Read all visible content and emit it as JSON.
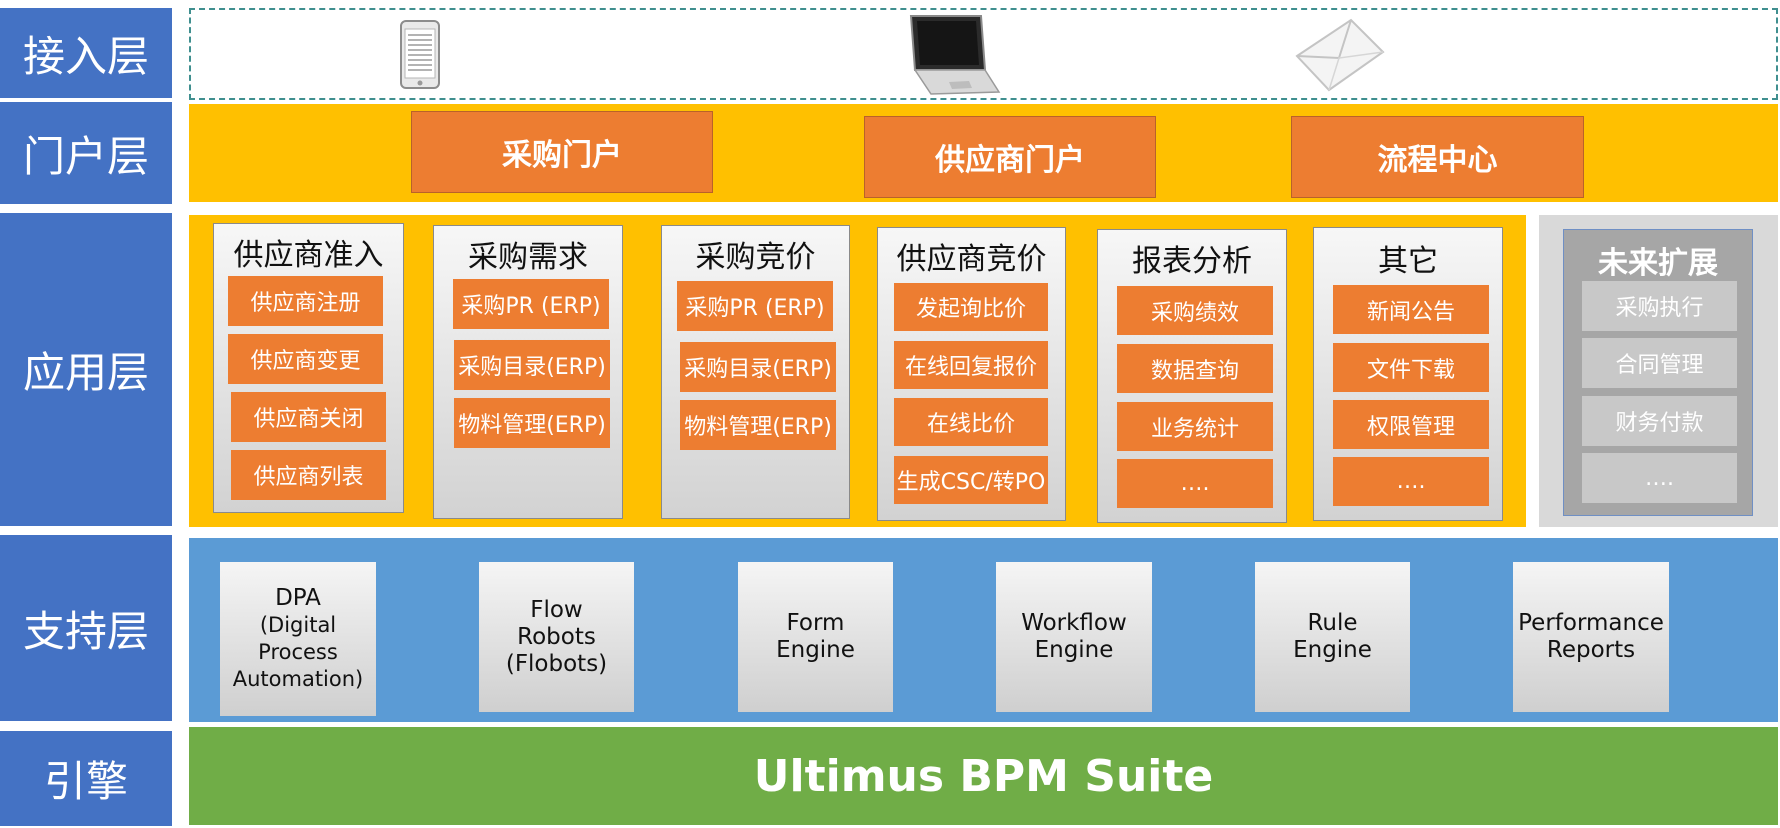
{
  "layers": {
    "access": "接入层",
    "portal": "门户层",
    "application": "应用层",
    "support": "支持层",
    "engine": "引擎"
  },
  "access_icons": [
    "smartphone-icon",
    "laptop-icon",
    "envelope-icon"
  ],
  "portals": [
    "采购门户",
    "供应商门户",
    "流程中心"
  ],
  "app_columns": [
    {
      "title": "供应商准入",
      "items": [
        "供应商注册",
        "供应商变更",
        "供应商关闭",
        "供应商列表"
      ]
    },
    {
      "title": "采购需求",
      "items": [
        "采购PR (ERP)",
        "采购目录(ERP)",
        "物料管理(ERP)"
      ]
    },
    {
      "title": "采购竞价",
      "items": [
        "采购PR (ERP)",
        "采购目录(ERP)",
        "物料管理(ERP)"
      ]
    },
    {
      "title": "供应商竞价",
      "items": [
        "发起询比价",
        "在线回复报价",
        "在线比价",
        "生成CSC/转PO"
      ]
    },
    {
      "title": "报表分析",
      "items": [
        "采购绩效",
        "数据查询",
        "业务统计",
        "…."
      ]
    },
    {
      "title": "其它",
      "items": [
        "新闻公告",
        "文件下载",
        "权限管理",
        "…."
      ]
    }
  ],
  "future": {
    "title": "未来扩展",
    "items": [
      "采购执行",
      "合同管理",
      "财务付款",
      "…."
    ]
  },
  "support": [
    [
      "DPA",
      "(Digital Process",
      "Automation)"
    ],
    [
      "Flow",
      "Robots",
      "(Flobots)"
    ],
    [
      "Form",
      "Engine"
    ],
    [
      "Workflow",
      "Engine"
    ],
    [
      "Rule",
      "Engine"
    ],
    [
      "Performance",
      "Reports"
    ]
  ],
  "engine_name": "Ultimus BPM Suite",
  "colors": {
    "layer_label": "#4472c4",
    "portal_band": "#ffc000",
    "orange_item": "#ed7d31",
    "support_band": "#5b9bd5",
    "engine_band": "#70ad47",
    "future_gray": "#a6a6a6"
  }
}
